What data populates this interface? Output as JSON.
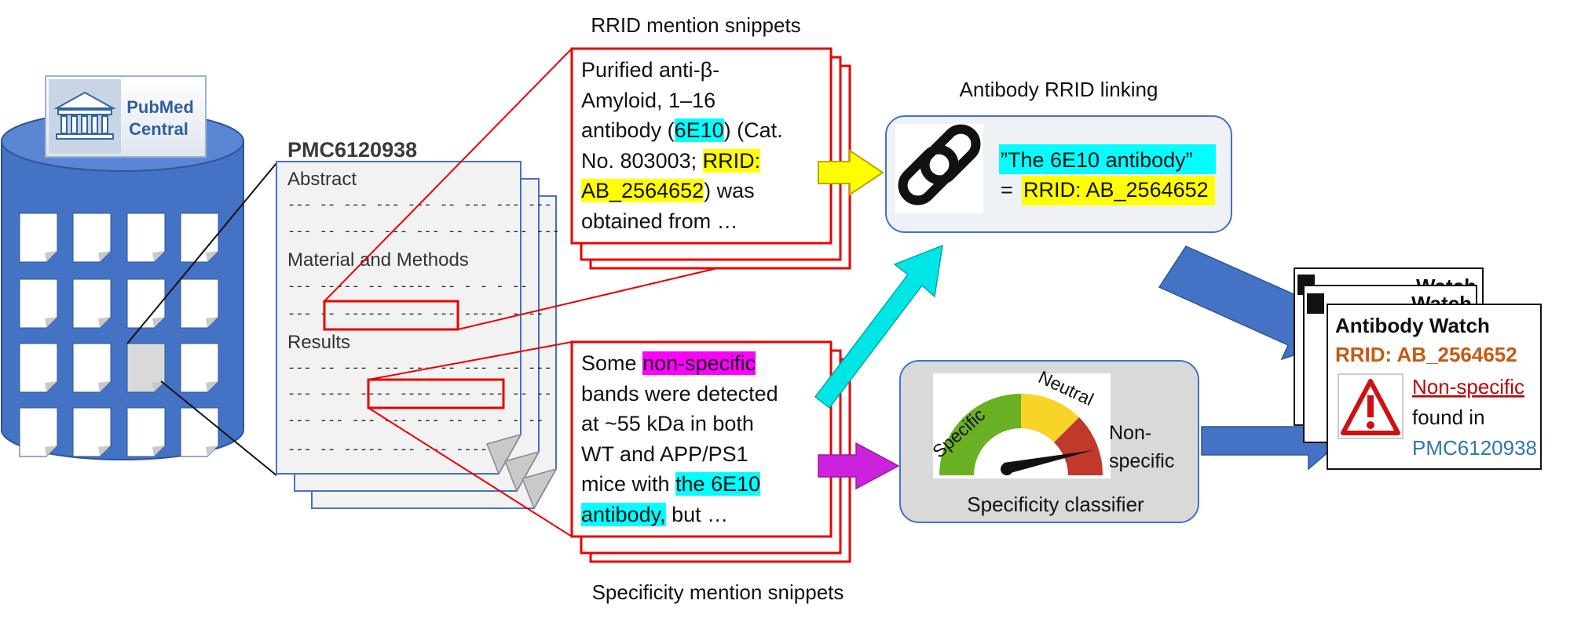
{
  "pmc_logo": {
    "line1": "PubMed",
    "line2": "Central"
  },
  "article": {
    "id": "PMC6120938",
    "sections": [
      "Abstract",
      "Material and Methods",
      "Results"
    ],
    "dash_rows": [
      "--- -- --- --- --- -- --- --- ---",
      "--- -- ---- --- --- -- --- --- ---",
      "--- ----- --  ----- -- - - - --",
      "--- -- ------ --- --- ----- ----",
      "--- -- --- --- --- -- --- --- ---",
      "--- ---- ---- ---- ---- --- -- --",
      "--- --- --- --- --- -- -- - - --",
      "--- -- ----- --- --- ----"
    ]
  },
  "rrid_snippets": {
    "heading": "RRID mention snippets",
    "lines": [
      [
        "Purified anti-β-"
      ],
      [
        "Amyloid, 1–16"
      ],
      [
        "antibody (",
        "6E10",
        ") (Cat."
      ],
      [
        "No. 803003; ",
        "RRID:"
      ],
      [
        "AB_2564652",
        ") was"
      ],
      [
        "obtained from …"
      ]
    ]
  },
  "spec_snippets": {
    "heading": "Specificity mention snippets",
    "lines": [
      [
        "Some ",
        "non-specific"
      ],
      [
        "bands were detected"
      ],
      [
        "at ~55 kDa in both"
      ],
      [
        "WT and APP/PS1"
      ],
      [
        "mice with ",
        "the 6E10"
      ],
      [
        "antibody,",
        " but …"
      ]
    ]
  },
  "linking": {
    "heading": "Antibody RRID linking",
    "quote": "”The 6E10 antibody”",
    "eq": "= ",
    "rrid": "RRID: AB_2564652",
    "icon": "chain-link-icon"
  },
  "classifier": {
    "title": "Specificity classifier",
    "gauge": {
      "specific": "Specific",
      "neutral": "Neutral"
    },
    "nonspecific_1": "Non-",
    "nonspecific_2": "specific",
    "icon": "gauge-icon"
  },
  "watch": {
    "title": "Antibody Watch",
    "back_title_frag": "Watch",
    "rrid": "RRID: AB_2564652",
    "alert": "Non-specific",
    "found": "found in",
    "pmc": "PMC6120938",
    "icon": "warning-icon"
  },
  "colors": {
    "cylinder": "#4472c4",
    "cylinder_top": "#5b86d4",
    "snippet_border": "#e80000",
    "arrow_blue": "#4472c4",
    "arrow_yellow": "#ffff00",
    "arrow_cyan": "#00e5e5",
    "arrow_magenta": "#cc22dd",
    "rrid_orange": "#c55a11",
    "alert_red": "#c00000",
    "pmc_blue": "#2e75b6",
    "gauge_green": "#6ab023",
    "gauge_yellow": "#f8d428",
    "gauge_red": "#c0392b"
  }
}
